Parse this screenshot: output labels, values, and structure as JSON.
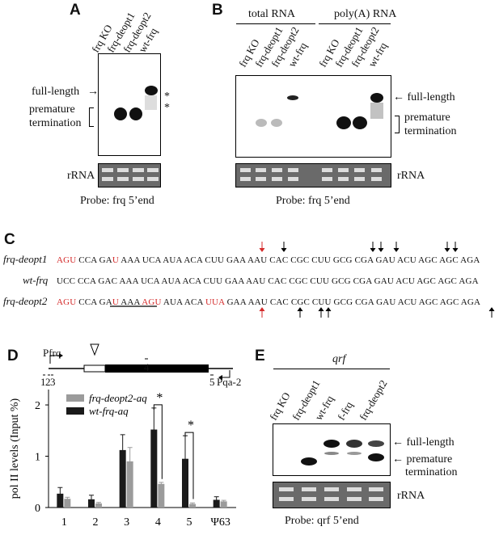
{
  "panelA": {
    "label": "A",
    "lanes": [
      "frq KO",
      "frq-deopt1",
      "frq-deopt2",
      "wt-frq"
    ],
    "labels": {
      "full_length": "full-length",
      "premature": "premature",
      "termination": "termination",
      "asterisk": "*"
    },
    "rrna": "rRNA",
    "probe": "Probe: frq 5’end"
  },
  "panelB": {
    "label": "B",
    "group1": "total RNA",
    "group2": "poly(A) RNA",
    "lanes": [
      "frq KO",
      "frq-deopt1",
      "frq-deopt2",
      "wt-frq",
      "frq KO",
      "frq-deopt1",
      "frq-deopt2",
      "wt-frq"
    ],
    "labels": {
      "full_length": "← full-length",
      "premature": "premature",
      "termination": "termination"
    },
    "rrna": "rRNA",
    "probe": "Probe: frq 5’end"
  },
  "panelC": {
    "label": "C",
    "rows": [
      {
        "name": "frq-deopt1",
        "seq": "AGU CCA GAU AAA UCA AUA ACA CUU GAA AAU CAC CGC CUU GCG CGA GAU ACU AGC AGC AGA"
      },
      {
        "name": "wt-frq",
        "seq": "UCC CCA GAC AAA UCA AUA ACA CUU GAA AAU CAC CGC CUU GCG CGA GAU ACU AGC AGC AGA"
      },
      {
        "name": "frq-deopt2",
        "seq": "AGU CCA GAU AAA AGU AUA ACA UUA GAA AAU CAC CGC CUU GCG CGA GAU ACU AGC AGC AGA"
      }
    ]
  },
  "panelD": {
    "label": "D",
    "promoter1": "Pfrq",
    "promoter2": "Pqa-2",
    "amplicons": [
      "1",
      "2",
      "3",
      "4",
      "5"
    ],
    "legend": [
      "frq-deopt2-aq",
      "wt-frq-aq"
    ],
    "ylabel": "pol II levels (Input %)",
    "star": "*",
    "colors": {
      "wt": "#1a1a1a",
      "deopt2": "#9b9b9b"
    }
  },
  "chart_data": {
    "type": "bar",
    "categories": [
      "1",
      "2",
      "3",
      "4",
      "5",
      "Ψ63"
    ],
    "series": [
      {
        "name": "wt-frq-aq",
        "values": [
          0.27,
          0.16,
          1.12,
          1.52,
          0.95,
          0.15
        ],
        "errors": [
          0.12,
          0.08,
          0.3,
          0.42,
          0.45,
          0.06
        ]
      },
      {
        "name": "frq-deopt2-aq",
        "values": [
          0.17,
          0.08,
          0.9,
          0.46,
          0.07,
          0.12
        ],
        "errors": [
          0.03,
          0.02,
          0.27,
          0.03,
          0.02,
          0.02
        ]
      }
    ],
    "ylim": [
      0,
      2.3
    ],
    "yticks": [
      "0",
      "1",
      "2"
    ],
    "ylabel": "pol II levels (Input %)"
  },
  "panelE": {
    "label": "E",
    "gene": "qrf",
    "lanes": [
      "frq KO",
      "frq-deopt1",
      "wt-frq",
      "f-frq",
      "frq-deopt2"
    ],
    "labels": {
      "full_length": "← full-length",
      "premature": "← premature",
      "termination": "termination"
    },
    "rrna": "rRNA",
    "probe": "Probe: qrf 5’end"
  }
}
